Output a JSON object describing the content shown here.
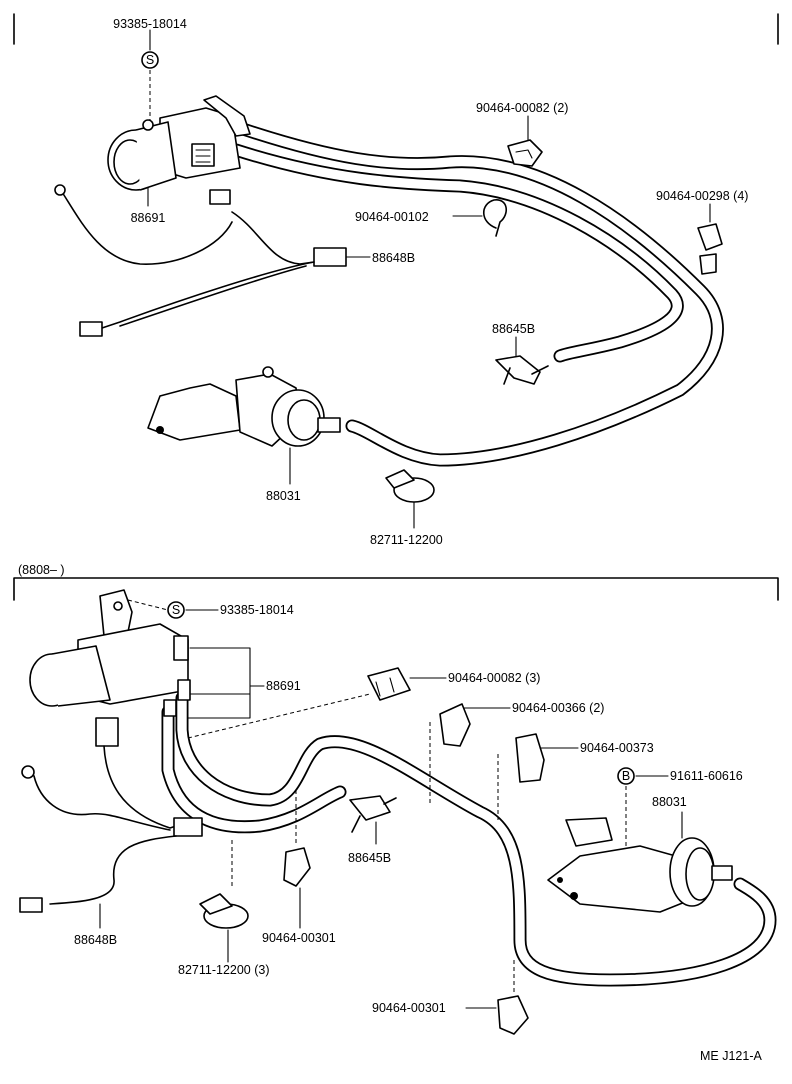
{
  "top_section": {
    "labels": {
      "screw_a": "93385-18014",
      "screw_a_symbol": "S",
      "vsv": "88691",
      "clamp_102": "90464-00102",
      "clamp_82": "90464-00082 (2)",
      "clamp_298": "90464-00298 (4)",
      "wire_harness": "88648B",
      "tee_joint": "88645B",
      "actuator": "88031",
      "hose_clip": "82711-12200"
    }
  },
  "bottom_section": {
    "header": "(8808–        )",
    "labels": {
      "screw_b": "93385-18014",
      "screw_b_symbol": "S",
      "vsv": "88691",
      "clamp_82_3": "90464-00082 (3)",
      "clamp_366": "90464-00366 (2)",
      "clamp_373": "90464-00373",
      "bolt": "91611-60616",
      "bolt_symbol": "B",
      "actuator": "88031",
      "tee_joint": "88645B",
      "wire_harness": "88648B",
      "clamp_301_a": "90464-00301",
      "hose_clip_3": "82711-12200 (3)",
      "clamp_301_b": "90464-00301"
    }
  },
  "footer": {
    "code": "ME  J121-A"
  }
}
